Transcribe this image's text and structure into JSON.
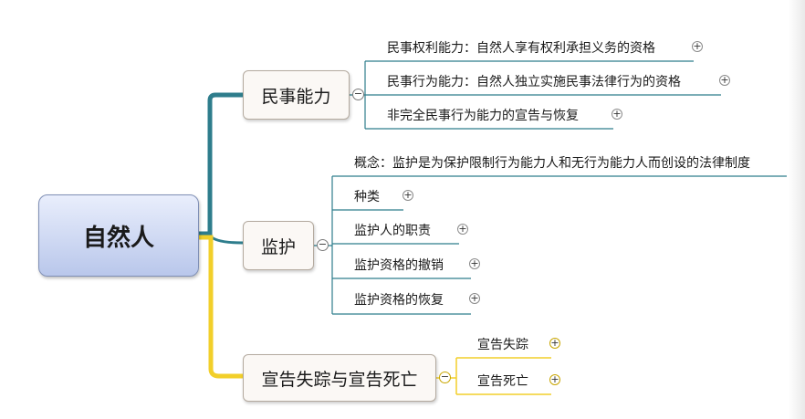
{
  "root": {
    "label": "自然人"
  },
  "branches": {
    "civil": {
      "label": "民事能力",
      "items": [
        "民事权利能力：自然人享有权利承担义务的资格",
        "民事行为能力：自然人独立实施民事法律行为的资格",
        "非完全民事行为能力的宣告与恢复"
      ]
    },
    "guardianship": {
      "label": "监护",
      "items": [
        "概念：监护是为保护限制行为能力人和无行为能力人而创设的法律制度",
        "种类",
        "监护人的职责",
        "监护资格的撤销",
        "监护资格的恢复"
      ]
    },
    "declaration": {
      "label": "宣告失踪与宣告死亡",
      "items": [
        "宣告失踪",
        "宣告死亡"
      ]
    }
  },
  "icons": {
    "expand": "plus-circle-icon",
    "collapse": "minus-circle-icon"
  },
  "colors": {
    "civil_branch": "#2e7d8c",
    "guardianship_branch": "#2e7d8c",
    "declaration_branch": "#f2cf2a",
    "root_fill": "#c9d4f2",
    "node_fill": "#fbf8f5"
  }
}
